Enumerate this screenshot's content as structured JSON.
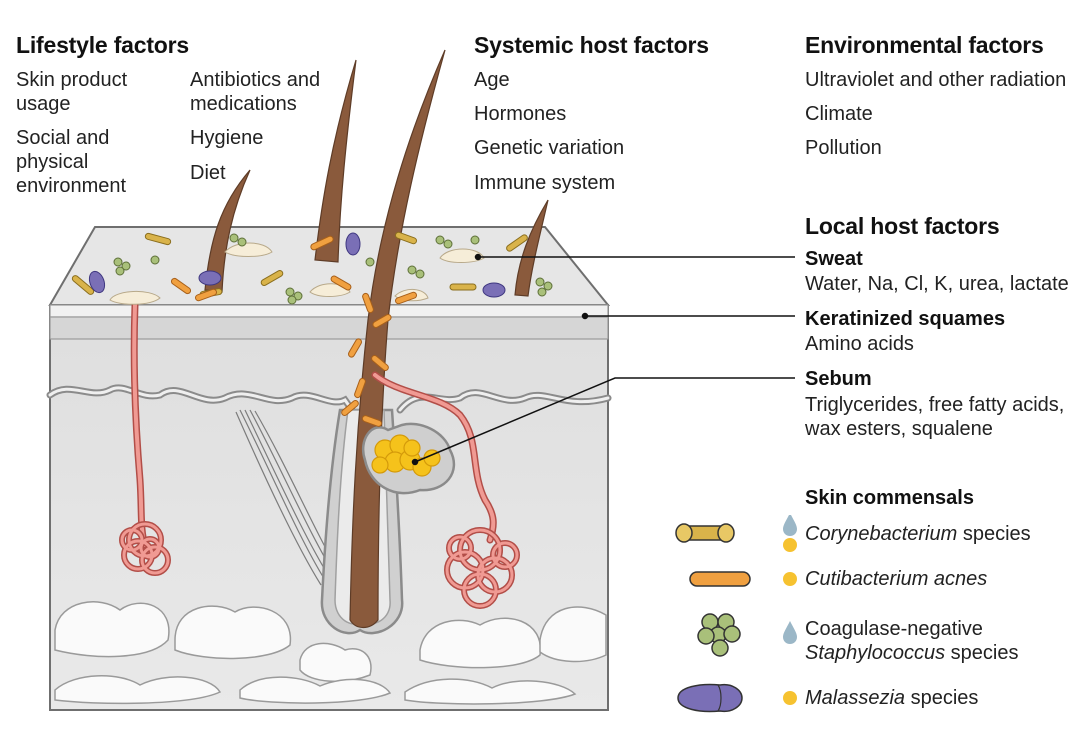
{
  "lifestyle": {
    "title": "Lifestyle factors",
    "col1": [
      "Skin product\nusage",
      "Social and\nphysical\nenvironment"
    ],
    "col2": [
      "Antibiotics and\nmedications",
      "Hygiene",
      "Diet"
    ]
  },
  "systemic": {
    "title": "Systemic host factors",
    "items": [
      "Age",
      "Hormones",
      "Genetic variation",
      "Immune system"
    ]
  },
  "environmental": {
    "title": "Environmental factors",
    "items": [
      "Ultraviolet and other radiation",
      "Climate",
      "Pollution"
    ]
  },
  "local": {
    "title": "Local host factors",
    "items": [
      {
        "name": "Sweat",
        "detail": "Water, Na, Cl, K, urea, lactate"
      },
      {
        "name": "Keratinized squames",
        "detail": "Amino acids"
      },
      {
        "name": "Sebum",
        "detail": "Triglycerides, free fatty acids,\nwax esters, squalene"
      }
    ]
  },
  "commensals": {
    "title": "Skin commensals",
    "items": [
      {
        "italic": "Corynebacterium",
        "rest": " species",
        "oxygen_dot": true,
        "shape": "corynebacterium-rod"
      },
      {
        "italic": "Cutibacterium acnes",
        "rest": "",
        "oxygen_dot": false,
        "shape": "cutibacterium-rod"
      },
      {
        "plain": "Coagulase-negative",
        "italic": "Staphylococcus",
        "rest": " species",
        "oxygen_dot": true,
        "shape": "staphylococcus-cluster"
      },
      {
        "italic": "Malassezia",
        "rest": " species",
        "oxygen_dot": false,
        "shape": "malassezia-yeast"
      }
    ]
  },
  "colors": {
    "corynebacterium": "#d9b34a",
    "cutibacterium": "#f0a040",
    "staphylococcus": "#a9c07a",
    "malassezia": "#7a6fb6",
    "sebum": "#f5c21b",
    "gland": "#e9827c",
    "hair": "#8a5a3c",
    "yellow_dot": "#f6c230",
    "blue_drop": "#9bb7c7"
  }
}
